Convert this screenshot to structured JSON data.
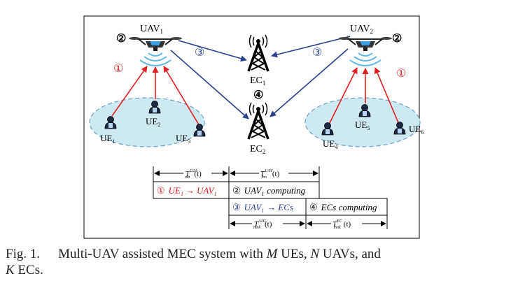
{
  "nodes": {
    "uav": [
      {
        "label": "UAV",
        "sub": "1",
        "step": "②"
      },
      {
        "label": "UAV",
        "sub": "2",
        "step": "②"
      }
    ],
    "ec": [
      {
        "label": "EC",
        "sub": "1"
      },
      {
        "label": "EC",
        "sub": "2"
      }
    ],
    "ue": [
      {
        "label": "UE",
        "sub": "1"
      },
      {
        "label": "UE",
        "sub": "2"
      },
      {
        "label": "UE",
        "sub": "3"
      },
      {
        "label": "UE",
        "sub": "4"
      },
      {
        "label": "UE",
        "sub": "5"
      },
      {
        "label": "UE",
        "sub": "6"
      }
    ]
  },
  "step_markers": {
    "ue_to_uav_left": "①",
    "ue_to_uav_right": "①",
    "uav_to_ec_left": "③",
    "uav_to_ec_right": "③",
    "ec_computing": "④"
  },
  "timeline": {
    "t1": {
      "base": "T",
      "sup": "G2A",
      "sub": "mn",
      "arg": "(t)"
    },
    "t2": {
      "base": "T",
      "sup": "UAV",
      "sub": "mn",
      "arg": "(t)"
    },
    "t3": {
      "base": "T",
      "sup": "A2G",
      "sub": "mnk",
      "arg": "(t)"
    },
    "t4": {
      "base": "T",
      "sup": "EC",
      "sub": "mnk",
      "arg": "(t)"
    },
    "box1": {
      "num": "①",
      "from": "UE",
      "from_sub": "1",
      "arrow": "→",
      "to": "UAV",
      "to_sub": "1"
    },
    "box2": {
      "num": "②",
      "text": "UAV",
      "text_sub": "1",
      "rest": "computing"
    },
    "box3": {
      "num": "③",
      "from": "UAV",
      "from_sub": "1",
      "arrow": "→",
      "to": "ECs"
    },
    "box4": {
      "num": "④",
      "text": "ECs computing"
    }
  },
  "caption": {
    "label": "Fig. 1.",
    "text_a": "Multi-UAV assisted MEC system with",
    "m": "M",
    "text_b": "UEs,",
    "n": "N",
    "text_c": "UAVs, and",
    "k": "K",
    "text_d": "ECs."
  },
  "colors": {
    "red": "#e02020",
    "blue": "#2b3f8f",
    "ellipse_fill": "#cfe9f1",
    "ellipse_stroke": "#6a9fc4",
    "uav_accent": "#3b9fe8"
  }
}
